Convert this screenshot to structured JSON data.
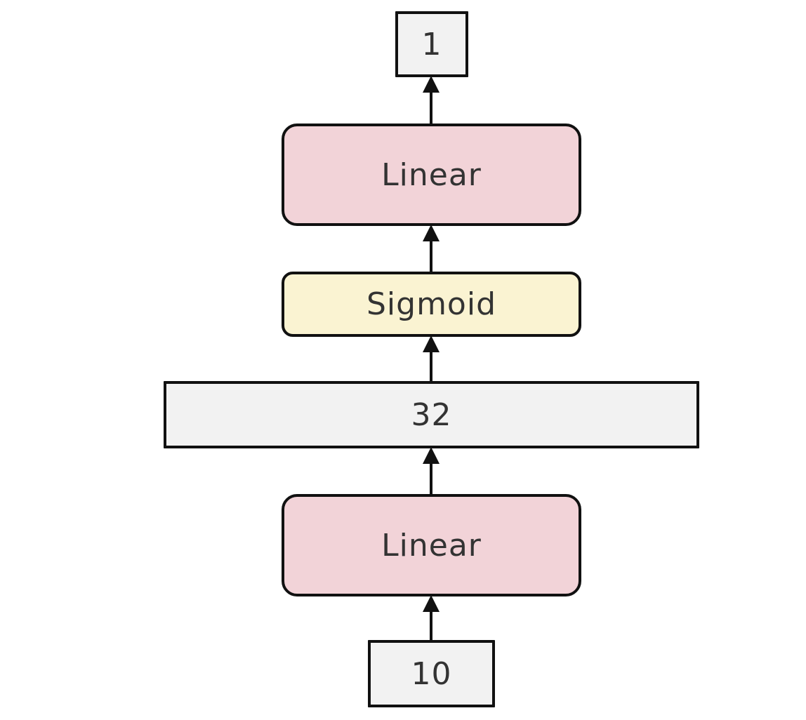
{
  "diagram": {
    "colors": {
      "linear_fill": "#f2d3d8",
      "sigmoid_fill": "#faf3d2",
      "tensor_fill": "#f2f2f2",
      "stroke": "#111111",
      "text": "#333333"
    },
    "nodes": {
      "output": {
        "label": "1"
      },
      "linear2": {
        "label": "Linear"
      },
      "sigmoid": {
        "label": "Sigmoid"
      },
      "hidden": {
        "label": "32"
      },
      "linear1": {
        "label": "Linear"
      },
      "input": {
        "label": "10"
      }
    },
    "edges": [
      {
        "from": "input",
        "to": "linear1"
      },
      {
        "from": "linear1",
        "to": "hidden"
      },
      {
        "from": "hidden",
        "to": "sigmoid"
      },
      {
        "from": "sigmoid",
        "to": "linear2"
      },
      {
        "from": "linear2",
        "to": "output"
      }
    ]
  }
}
